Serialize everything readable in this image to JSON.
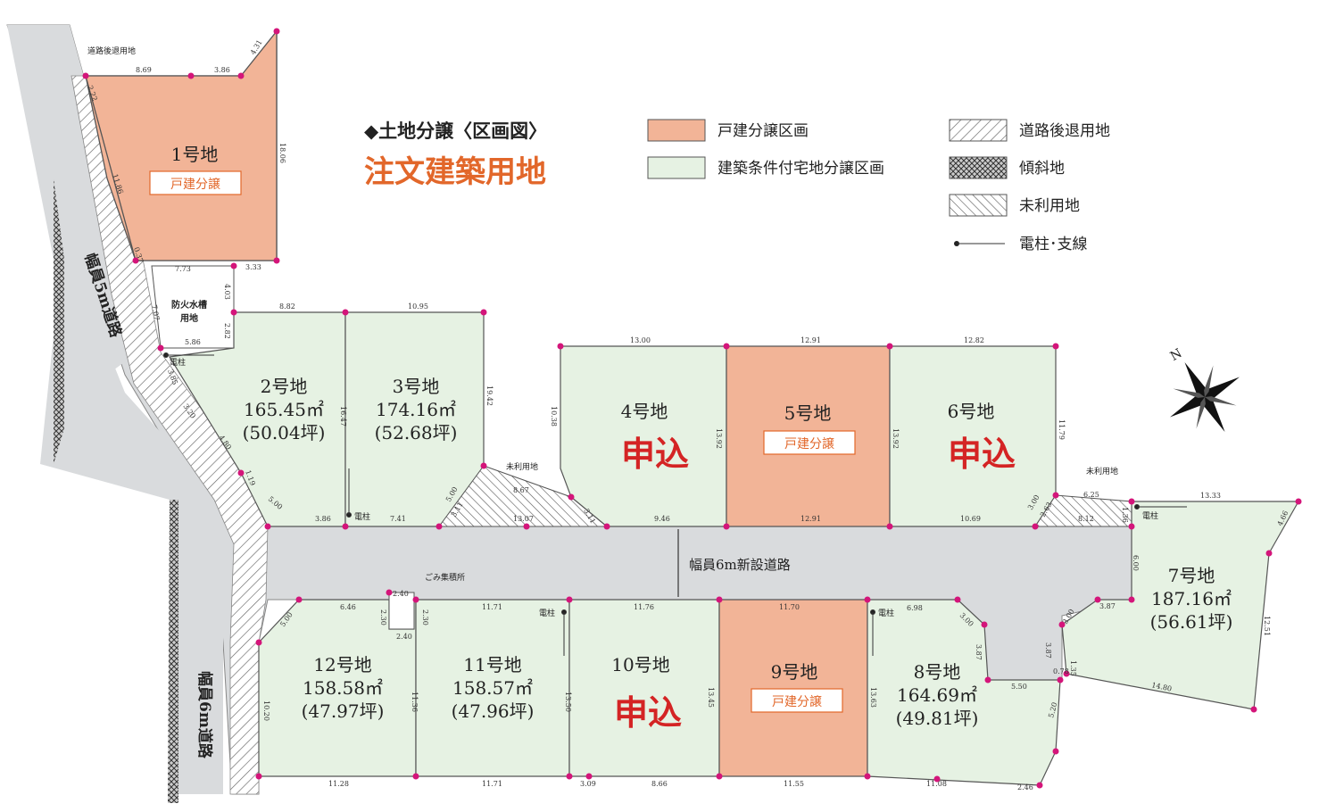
{
  "title": "◆土地分譲〈区画図〉",
  "subtitle": "注文建築用地",
  "legend": {
    "house": "戸建分譲区画",
    "conditional": "建築条件付宅地分譲区画",
    "setback": "道路後退用地",
    "slope": "傾斜地",
    "unused": "未利用地",
    "pole": "電柱･支線"
  },
  "colors": {
    "house_fill": "#f2b497",
    "lot_fill": "#e6f2e3",
    "road_fill": "#d9dbdd",
    "applied_text": "#d42424",
    "accent": "#e2672a",
    "vertex": "#d4157a",
    "outline": "#555555"
  },
  "roads": {
    "road_5m": "幅員5m道路",
    "road_6m": "幅員6m道路",
    "new_road": "幅員6m新設道路",
    "setback_label": "道路後退用地",
    "unused_label_1": "未利用地",
    "unused_label_2": "未利用地",
    "garbage": "ごみ集積所",
    "fire_tank": "防火水槽",
    "fire_tank_2": "用地",
    "pole": "電柱"
  },
  "lots": {
    "l1": {
      "name": "1号地",
      "badge": "戸建分譲"
    },
    "l2": {
      "name": "2号地",
      "area": "165.45㎡",
      "tsubo": "(50.04坪)"
    },
    "l3": {
      "name": "3号地",
      "area": "174.16㎡",
      "tsubo": "(52.68坪)"
    },
    "l4": {
      "name": "4号地",
      "status": "申込"
    },
    "l5": {
      "name": "5号地",
      "badge": "戸建分譲"
    },
    "l6": {
      "name": "6号地",
      "status": "申込"
    },
    "l7": {
      "name": "7号地",
      "area": "187.16㎡",
      "tsubo": "(56.61坪)"
    },
    "l8": {
      "name": "8号地",
      "area": "164.69㎡",
      "tsubo": "(49.81坪)"
    },
    "l9": {
      "name": "9号地",
      "badge": "戸建分譲"
    },
    "l10": {
      "name": "10号地",
      "status": "申込"
    },
    "l11": {
      "name": "11号地",
      "area": "158.57㎡",
      "tsubo": "(47.96坪)"
    },
    "l12": {
      "name": "12号地",
      "area": "158.58㎡",
      "tsubo": "(47.97坪)"
    }
  },
  "dims": {
    "a": "8.69",
    "b": "3.86",
    "c": "4.31",
    "d": "2.22",
    "e": "18.06",
    "f": "11.86",
    "g": "0.37",
    "h": "7.73",
    "i": "3.33",
    "j": "4.03",
    "k": "7.07",
    "l": "5.86",
    "m": "2.82",
    "n": "8.82",
    "o": "10.95",
    "p": "16.47",
    "q": "19.42",
    "r": "3.20",
    "s": "4.80",
    "t": "1.19",
    "u": "5.00",
    "v": "3.86",
    "w": "7.41",
    "x": "13.00",
    "y": "12.91",
    "z": "12.82",
    "aa": "10.38",
    "ab": "13.92",
    "ac": "13.92",
    "ad": "11.79",
    "ae": "9.46",
    "af": "12.91",
    "ag": "10.69",
    "ah": "8.67",
    "ai": "13.07",
    "aj": "3.11",
    "ak": "3.11",
    "al": "5.00",
    "am": "6.25",
    "an": "8.12",
    "ao": "3.00",
    "ap": "2.63",
    "aq": "1.36",
    "ar": "13.33",
    "as": "4.66",
    "at": "6.00",
    "au": "3.87",
    "av": "3.00",
    "aw": "3.87",
    "ax": "12.51",
    "ay": "14.80",
    "az": "0.78",
    "ba": "1.35",
    "bb": "5.50",
    "bc": "5.20",
    "bd": "6.46",
    "be": "5.00",
    "bf": "2.40",
    "bg": "2.30",
    "bh": "2.30",
    "bi": "2.40",
    "bj": "11.71",
    "bk": "11.76",
    "bl": "11.70",
    "bm": "6.98",
    "bn": "3.00",
    "bo": "3.87",
    "bp": "10.20",
    "bq": "11.36",
    "br": "13.50",
    "bs": "13.45",
    "bt": "13.63",
    "bu": "11.28",
    "bv": "11.71",
    "bw": "3.09",
    "bx": "8.66",
    "by": "11.55",
    "bz": "11.08",
    "ca": "2.46",
    "cb": "3.85"
  },
  "compass": "N"
}
